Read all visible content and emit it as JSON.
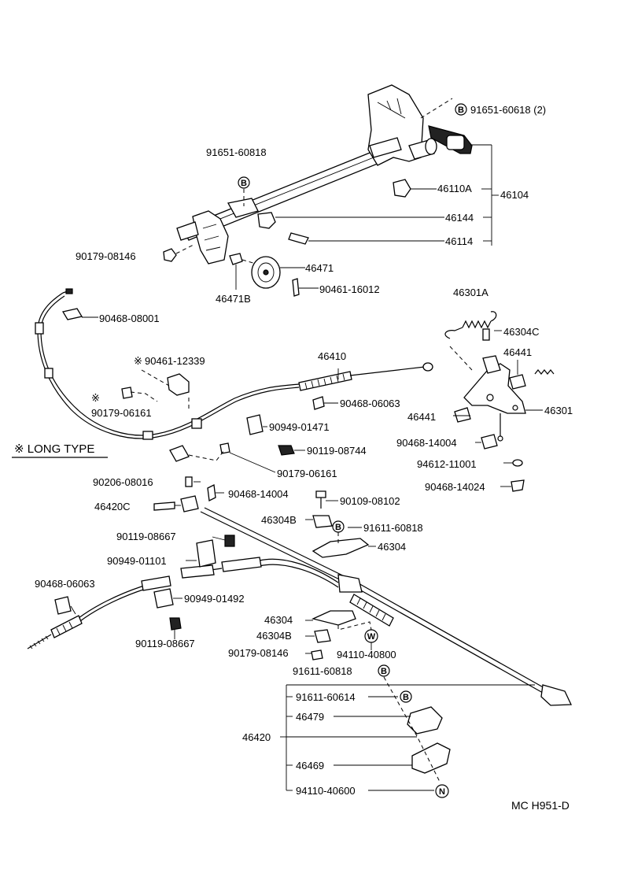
{
  "labels": {
    "p91651_60618": "91651-60618 (2)",
    "p91651_60818": "91651-60818",
    "p46110A": "46110A",
    "p46104": "46104",
    "p46144": "46144",
    "p46114": "46114",
    "p90179_08146_top": "90179-08146",
    "p46471": "46471",
    "p46471B": "46471B",
    "p90461_16012": "90461-16012",
    "p90468_08001": "90468-08001",
    "p46301A": "46301A",
    "p46304C": "46304C",
    "p46441_a": "46441",
    "p46441_b": "46441",
    "p46301": "46301",
    "p46410": "46410",
    "p90461_12339": "90461-12339",
    "p90179_06161_a": "90179-06161",
    "p90468_06063_a": "90468-06063",
    "p90949_01471": "90949-01471",
    "p90119_08744": "90119-08744",
    "p90179_06161_b": "90179-06161",
    "p90468_14004_a": "90468-14004",
    "p94612_11001": "94612-11001",
    "p90468_14024": "90468-14024",
    "p90206_08016": "90206-08016",
    "p90468_14004_b": "90468-14004",
    "p46420C": "46420C",
    "p90109_08102": "90109-08102",
    "p46304B_a": "46304B",
    "p91611_60818_a": "91611-60818",
    "p90119_08667_a": "90119-08667",
    "p46304_a": "46304",
    "p90949_01101": "90949-01101",
    "p90468_06063_b": "90468-06063",
    "p90949_01492": "90949-01492",
    "p46304_b": "46304",
    "p46304B_b": "46304B",
    "p90179_08146_b": "90179-08146",
    "p94110_40800": "94110-40800",
    "p90119_08667_b": "90119-08667",
    "p91611_60818_b": "91611-60818",
    "p91611_60614": "91611-60614",
    "p46479": "46479",
    "p46420": "46420",
    "p46469": "46469",
    "p94110_40600": "94110-40600",
    "long_type_legend": "※ LONG TYPE",
    "asterisk": "※",
    "footer_code": "MC  H951-D"
  },
  "circle_markers": {
    "B": "B",
    "W": "W",
    "N": "N"
  }
}
